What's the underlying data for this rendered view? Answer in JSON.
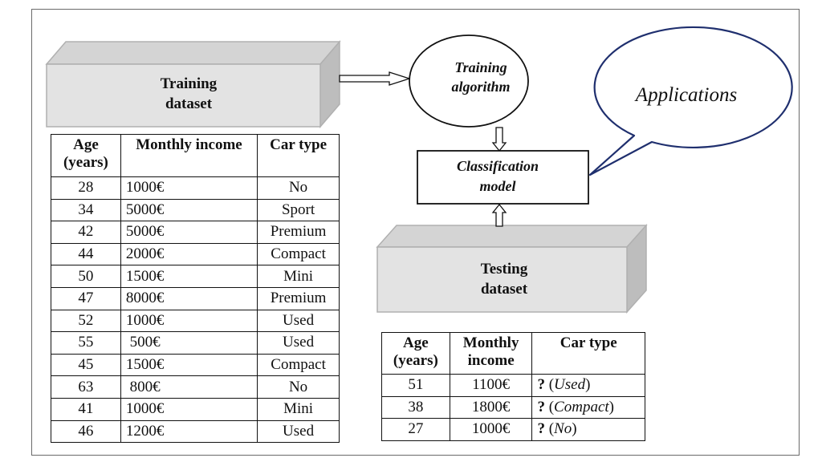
{
  "training_box": {
    "line1": "Training",
    "line2": "dataset"
  },
  "algorithm": {
    "line1": "Training",
    "line2": "algorithm"
  },
  "model": {
    "line1": "Classification",
    "line2": "model"
  },
  "applications": "Applications",
  "testing_box": {
    "line1": "Testing",
    "line2": "dataset"
  },
  "training_table": {
    "headers": [
      {
        "line1": "Age",
        "line2": "(years)"
      },
      {
        "line1": "Monthly income",
        "line2": ""
      },
      {
        "line1": "Car type",
        "line2": ""
      }
    ],
    "rows": [
      [
        "28",
        "1000€",
        "No"
      ],
      [
        "34",
        "5000€",
        "Sport"
      ],
      [
        "42",
        "5000€",
        "Premium"
      ],
      [
        "44",
        "2000€",
        "Compact"
      ],
      [
        "50",
        "1500€",
        "Mini"
      ],
      [
        "47",
        "8000€",
        "Premium"
      ],
      [
        "52",
        "1000€",
        "Used"
      ],
      [
        "55",
        " 500€",
        "Used"
      ],
      [
        "45",
        "1500€",
        "Compact"
      ],
      [
        "63",
        " 800€",
        "No"
      ],
      [
        "41",
        "1000€",
        "Mini"
      ],
      [
        "46",
        "1200€",
        "Used"
      ]
    ]
  },
  "testing_table": {
    "headers": [
      {
        "line1": "Age",
        "line2": "(years)"
      },
      {
        "line1": "Monthly",
        "line2": "income"
      },
      {
        "line1": "Car type",
        "line2": ""
      }
    ],
    "rows": [
      {
        "age": "51",
        "income": "1100€",
        "mark": "?",
        "open": " (",
        "label": "Used",
        "close": ")"
      },
      {
        "age": "38",
        "income": "1800€",
        "mark": "?",
        "open": " (",
        "label": "Compact",
        "close": ")"
      },
      {
        "age": "27",
        "income": "1000€",
        "mark": "?",
        "open": " (",
        "label": "No",
        "close": ")"
      }
    ]
  },
  "colors": {
    "box_face": "#e3e3e3",
    "box_top": "#d4d4d4",
    "box_side": "#bdbdbd",
    "box_edge": "#b0b0b0",
    "callout_stroke": "#1f2f6e",
    "line": "#111111"
  }
}
